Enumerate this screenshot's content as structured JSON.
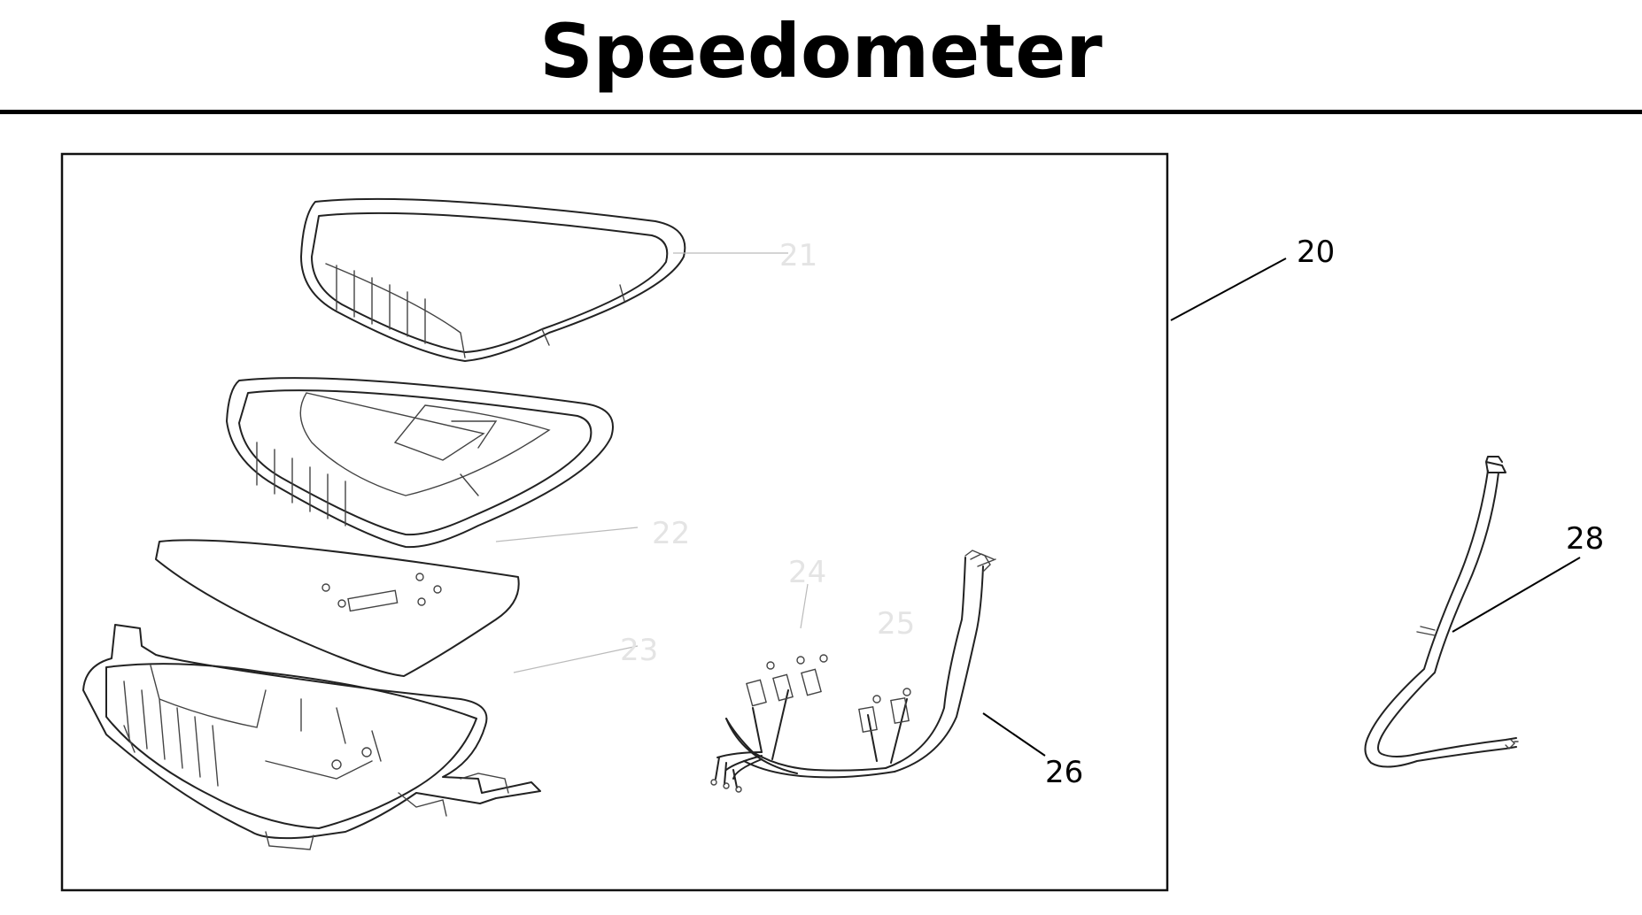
{
  "page": {
    "title": "Speedometer"
  },
  "callouts": {
    "assembly": "20",
    "lens": "21",
    "dial_plate": "22",
    "lower_case": "23",
    "part_24": "24",
    "part_25": "25",
    "wire_harness": "26",
    "speedometer_cable": "28"
  },
  "icons": {
    "lens_cover": "lens-cover-icon",
    "upper_case": "upper-case-icon",
    "dial_plate": "dial-plate-icon",
    "lower_case": "lower-case-icon",
    "wire_harness": "wire-harness-icon",
    "speedometer_cable": "speedometer-cable-icon"
  }
}
